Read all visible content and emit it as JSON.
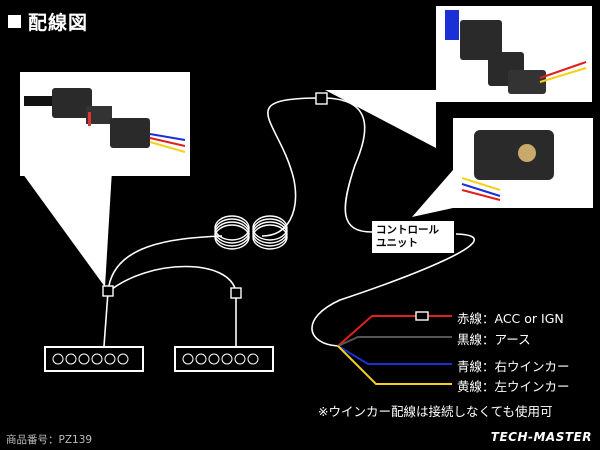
{
  "title": "配線図",
  "control_unit": {
    "line1": "コントロール",
    "line2": "ユニット"
  },
  "wires": [
    {
      "label": "赤線：ACC or IGN",
      "color": "#e02020"
    },
    {
      "label": "黒線：アース",
      "color": "#222222"
    },
    {
      "label": "青線：右ウインカー",
      "color": "#1a2fd6"
    },
    {
      "label": "黄線：左ウインカー",
      "color": "#f4d21a"
    }
  ],
  "note": "※ウインカー配線は接続しなくても使用可",
  "product_code": "商品番号：PZ139",
  "brand": "TECH-MASTER",
  "colors": {
    "background": "#000000",
    "line": "#ffffff",
    "connector_body": "#2a2a2a",
    "led_unit": "#ffffff"
  },
  "icons": {
    "connector_photo_left": "waterproof-connector-photo",
    "connector_photo_top_right": "connector-harness-photo",
    "control_box_photo": "control-box-photo",
    "led_bar": "led-bar-icon"
  }
}
